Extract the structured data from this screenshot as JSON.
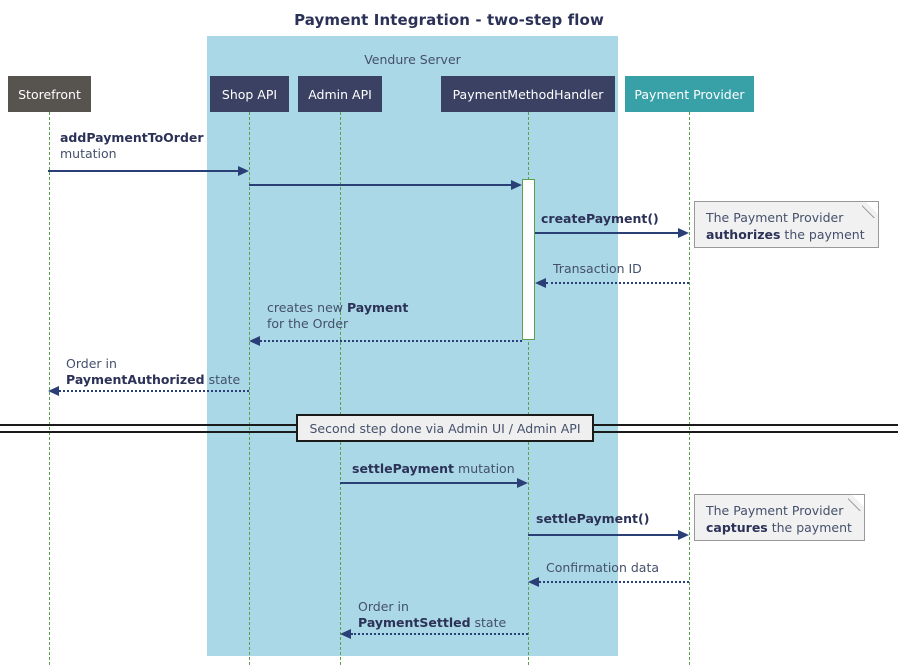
{
  "diagram": {
    "title": "Payment Integration - two-step flow",
    "type": "sequence-diagram"
  },
  "group": {
    "label": "Vendure Server",
    "color": "#aad8e6"
  },
  "participants": [
    {
      "id": "storefront",
      "label": "Storefront",
      "color": "#57534e"
    },
    {
      "id": "shop-api",
      "label": "Shop API",
      "color": "#3b4163"
    },
    {
      "id": "admin-api",
      "label": "Admin API",
      "color": "#3b4163"
    },
    {
      "id": "handler",
      "label": "PaymentMethodHandler",
      "color": "#3b4163"
    },
    {
      "id": "provider",
      "label": "Payment Provider",
      "color": "#38a1a8"
    }
  ],
  "messages": [
    {
      "id": "add-payment-to-order",
      "line1_bold": "addPaymentToOrder",
      "line2": "mutation",
      "style": "solid",
      "direction": "right"
    },
    {
      "id": "shop-api-to-handler",
      "label": "",
      "style": "solid",
      "direction": "right"
    },
    {
      "id": "create-payment",
      "label_bold": "createPayment()",
      "style": "solid",
      "direction": "right"
    },
    {
      "id": "transaction-id",
      "label": "Transaction ID",
      "style": "dotted",
      "direction": "left"
    },
    {
      "id": "creates-new-payment",
      "line1_pre": "creates new ",
      "line1_bold": "Payment",
      "line2": "for the Order",
      "style": "dotted",
      "direction": "left"
    },
    {
      "id": "order-payment-authorized",
      "line1": "Order in",
      "line2_bold": "PaymentAuthorized",
      "line2_post": " state",
      "style": "dotted",
      "direction": "left"
    },
    {
      "id": "settle-payment-mutation",
      "label_bold": "settlePayment",
      "label_post": " mutation",
      "style": "solid",
      "direction": "right"
    },
    {
      "id": "settle-payment-call",
      "label_bold": "settlePayment()",
      "style": "solid",
      "direction": "right"
    },
    {
      "id": "confirmation-data",
      "label": "Confirmation data",
      "style": "dotted",
      "direction": "left"
    },
    {
      "id": "order-payment-settled",
      "line1": "Order in",
      "line2_bold": "PaymentSettled",
      "line2_post": " state",
      "style": "dotted",
      "direction": "left"
    }
  ],
  "notes": [
    {
      "id": "authorize-note",
      "line1": "The Payment Provider",
      "line2_bold": "authorizes",
      "line2_post": " the payment"
    },
    {
      "id": "capture-note",
      "line1": "The Payment Provider",
      "line2_bold": "captures",
      "line2_post": " the payment"
    }
  ],
  "divider": {
    "label": "Second step done via Admin UI / Admin API"
  }
}
